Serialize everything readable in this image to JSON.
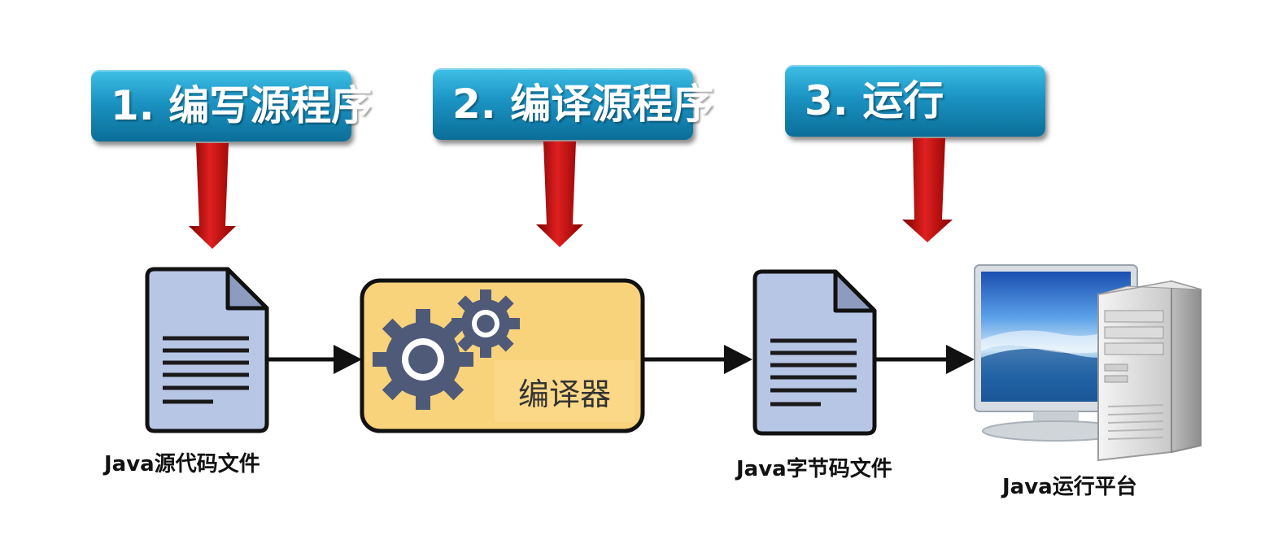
{
  "steps": [
    {
      "label": "1. 编写源程序"
    },
    {
      "label": "2. 编译源程序"
    },
    {
      "label": "3. 运行"
    }
  ],
  "nodes": {
    "source_file": "Java源代码文件",
    "compiler": "编译器",
    "bytecode_file": "Java字节码文件",
    "platform": "Java运行平台"
  },
  "colors": {
    "banner": "#1b93c3",
    "down_arrow": "#d61a1a",
    "document": "#b8c6e6",
    "compiler_box": "#f9d27c",
    "gear": "#4f5a78"
  }
}
